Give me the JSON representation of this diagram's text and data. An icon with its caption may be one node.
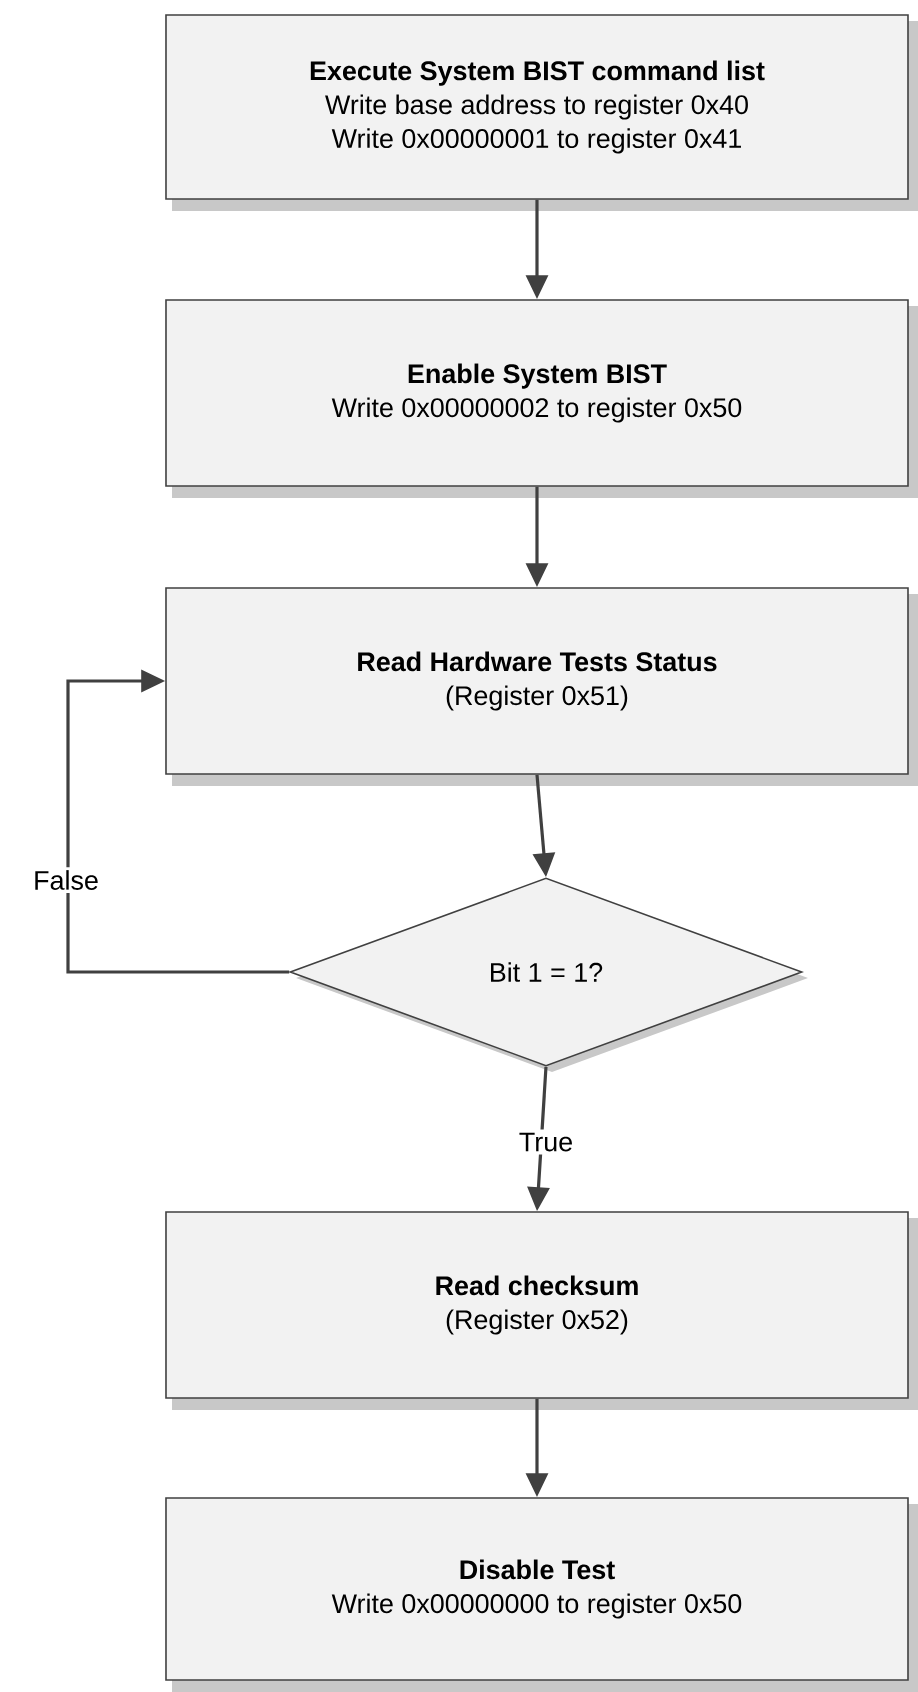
{
  "diagram": {
    "nodes": [
      {
        "text": [
          "Execute System BIST command list",
          "Write base address to register 0x40",
          "Write 0x00000001 to register 0x41"
        ]
      },
      {
        "text": [
          "Enable System BIST",
          "Write 0x00000002 to register 0x50"
        ]
      },
      {
        "text": [
          "Read Hardware Tests Status",
          "(Register 0x51)"
        ]
      },
      {
        "text": [
          "Bit 1 = 1?"
        ]
      },
      {
        "text": [
          "Read checksum",
          "(Register 0x52)"
        ]
      },
      {
        "text": [
          "Disable Test",
          "Write 0x00000000 to register 0x50"
        ]
      }
    ],
    "edges": [
      {
        "from": 0,
        "to": 1,
        "arrow": "to"
      },
      {
        "from": 1,
        "to": 2,
        "arrow": "to"
      },
      {
        "from": 2,
        "to": 3,
        "arrow": "to"
      },
      {
        "from": 3,
        "to": 2,
        "arrow": "to",
        "label": "False"
      },
      {
        "from": 3,
        "to": 4,
        "arrow": "to",
        "label": "True"
      },
      {
        "from": 4,
        "to": 5,
        "arrow": "to"
      }
    ]
  }
}
